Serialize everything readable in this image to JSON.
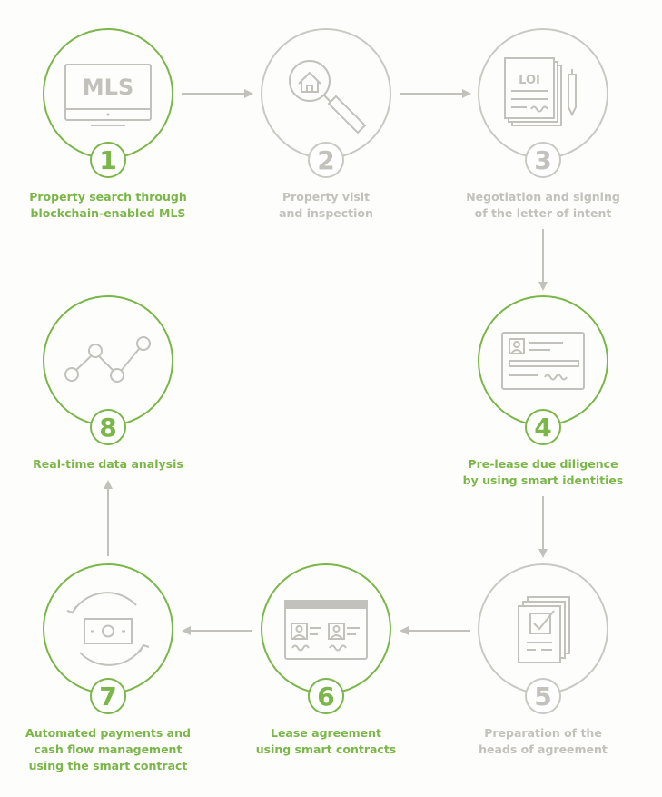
{
  "colors": {
    "active": "#7ab648",
    "inactive": "#c9c8c3",
    "icon": "#c2c1bc",
    "background": "#fdfdfb"
  },
  "steps": [
    {
      "number": "1",
      "status": "active",
      "icon": "mls-monitor-icon",
      "icon_text": "MLS",
      "caption": [
        "Property search through",
        "blockchain-enabled MLS"
      ]
    },
    {
      "number": "2",
      "status": "inactive",
      "icon": "house-magnifier-icon",
      "icon_text": "",
      "caption": [
        "Property visit",
        "and inspection"
      ]
    },
    {
      "number": "3",
      "status": "inactive",
      "icon": "loi-document-pen-icon",
      "icon_text": "LOI",
      "caption": [
        "Negotiation and signing",
        "of the letter of intent"
      ]
    },
    {
      "number": "4",
      "status": "active",
      "icon": "identity-card-icon",
      "icon_text": "",
      "caption": [
        "Pre-lease due diligence",
        "by using smart identities"
      ]
    },
    {
      "number": "5",
      "status": "inactive",
      "icon": "checklist-documents-icon",
      "icon_text": "",
      "caption": [
        "Preparation of the",
        "heads of agreement"
      ]
    },
    {
      "number": "6",
      "status": "active",
      "icon": "contract-window-icon",
      "icon_text": "",
      "caption": [
        "Lease agreement",
        "using smart contracts"
      ]
    },
    {
      "number": "7",
      "status": "active",
      "icon": "cash-cycle-icon",
      "icon_text": "",
      "caption": [
        "Automated payments and",
        "cash flow management",
        "using the smart contract"
      ]
    },
    {
      "number": "8",
      "status": "active",
      "icon": "line-graph-icon",
      "icon_text": "",
      "caption": [
        "Real-time data analysis"
      ]
    }
  ]
}
